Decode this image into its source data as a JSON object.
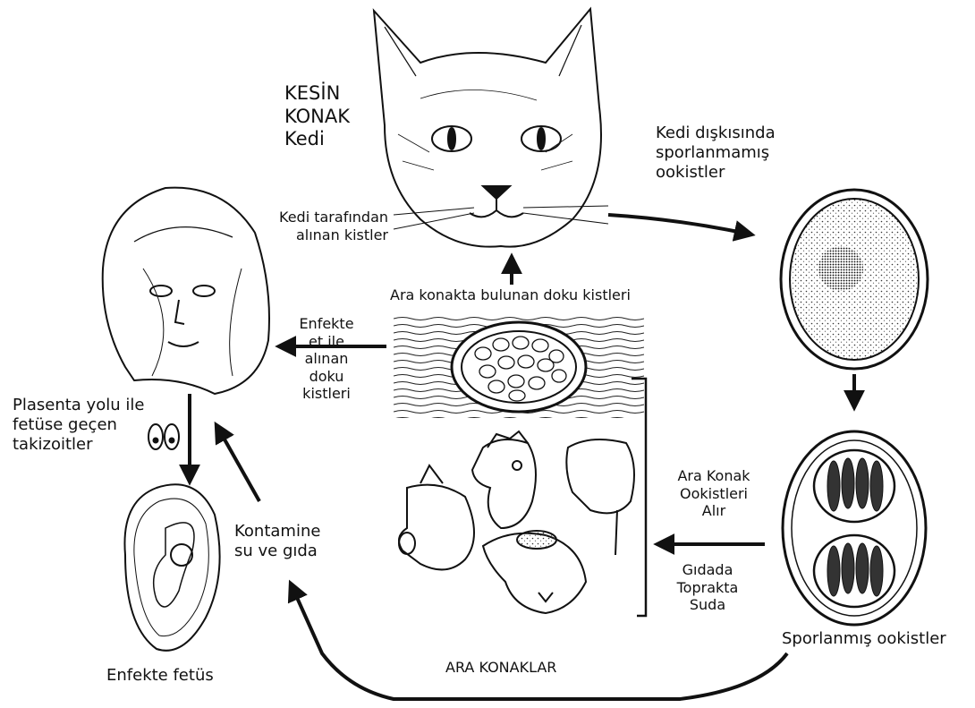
{
  "definitive_host": {
    "heading": "KESİN\nKONAK\nKedi"
  },
  "labels": {
    "unsporulated": "Kedi dışkısında\nsporlanmamış\nookistler",
    "cat_ingests": "Kedi tarafından\nalınan kistler",
    "tissue_cysts": "Ara konakta bulunan doku kistleri",
    "infected_tissue": "Enfekte\net ile\nalınan\ndoku\nkistleri",
    "placenta": "Plasenta yolu ile\nfetüse geçen\ntakizoitler",
    "contaminated": "Kontamine\nsu ve gıda",
    "infected_fetus": "Enfekte fetüs",
    "intermediate_hosts": "ARA KONAKLAR",
    "hosts_take": "Ara Konak\nOokistleri\nAlır",
    "environment": "Gıdada\nToprakta\nSuda",
    "sporulated": "Sporlanmış ookistler"
  },
  "colors": {
    "ink": "#111111",
    "background": "#ffffff"
  }
}
